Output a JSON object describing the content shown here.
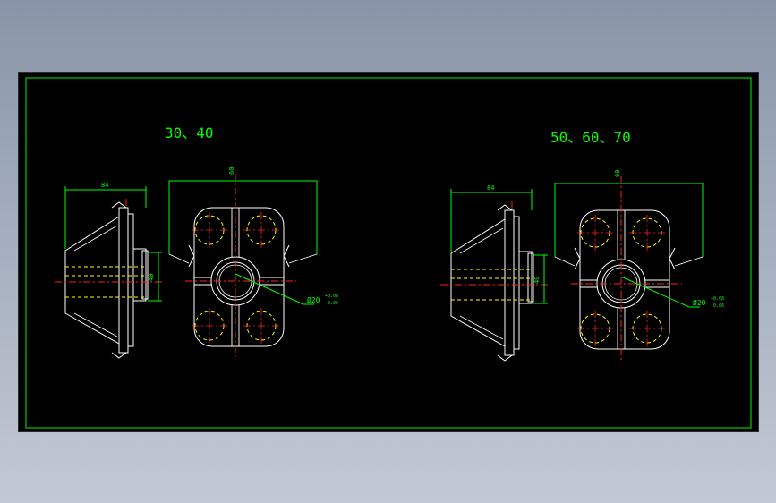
{
  "colors": {
    "outline": "#ffffff",
    "hidden": "#ffff00",
    "center": "#ff2020",
    "dimension": "#00ff00",
    "frame": "#00cc00",
    "sheet": "#000000"
  },
  "views": [
    {
      "id": "left",
      "title": "30、40",
      "top_dim": "84",
      "width_dim": "60",
      "side_dim": "40",
      "bore_dim": "Ø20",
      "bore_tol": "+0.08 -0.06"
    },
    {
      "id": "right",
      "title": "50、60、70",
      "top_dim": "84",
      "width_dim": "60",
      "side_dim": "40",
      "bore_dim": "Ø20",
      "bore_tol": "+0.08 -0.06"
    }
  ]
}
